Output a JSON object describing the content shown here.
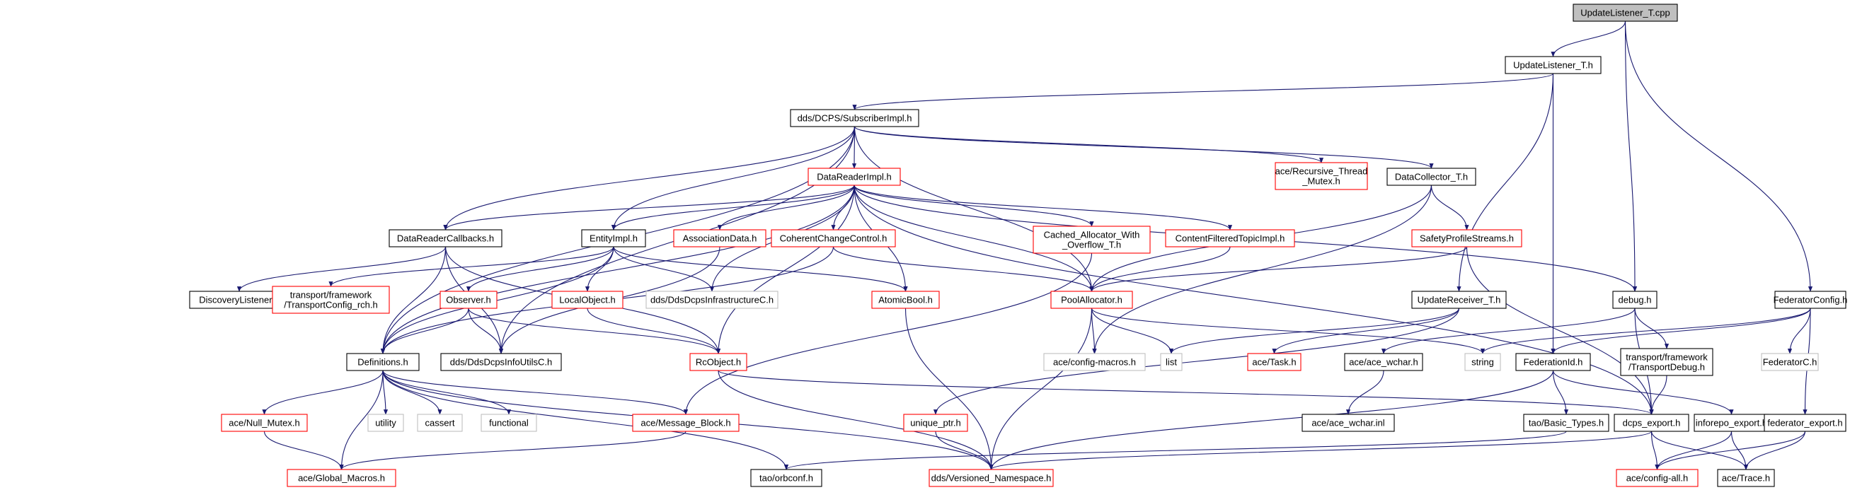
{
  "colors": {
    "edge": "#191970",
    "root_fill": "#bfbfbf",
    "border_black": "#000000",
    "border_red": "#ff0000",
    "border_gray": "#bfbfbf",
    "text": "#000000"
  },
  "nodes": [
    {
      "id": "n_root",
      "lines": [
        "UpdateListener_T.cpp"
      ],
      "style": "root"
    },
    {
      "id": "n_ulth",
      "lines": [
        "UpdateListener_T.h"
      ],
      "style": "black"
    },
    {
      "id": "n_sub",
      "lines": [
        "dds/DCPS/SubscriberImpl.h"
      ],
      "style": "black"
    },
    {
      "id": "n_dri",
      "lines": [
        "DataReaderImpl.h"
      ],
      "style": "red"
    },
    {
      "id": "n_rtm",
      "lines": [
        "ace/Recursive_Thread",
        "_Mutex.h"
      ],
      "style": "red"
    },
    {
      "id": "n_dc",
      "lines": [
        "DataCollector_T.h"
      ],
      "style": "black"
    },
    {
      "id": "n_drc",
      "lines": [
        "DataReaderCallbacks.h"
      ],
      "style": "black"
    },
    {
      "id": "n_ent",
      "lines": [
        "EntityImpl.h"
      ],
      "style": "black"
    },
    {
      "id": "n_ad",
      "lines": [
        "AssociationData.h"
      ],
      "style": "red"
    },
    {
      "id": "n_ccc",
      "lines": [
        "CoherentChangeControl.h"
      ],
      "style": "red"
    },
    {
      "id": "n_caw",
      "lines": [
        "Cached_Allocator_With",
        "_Overflow_T.h"
      ],
      "style": "red"
    },
    {
      "id": "n_cft",
      "lines": [
        "ContentFilteredTopicImpl.h"
      ],
      "style": "red"
    },
    {
      "id": "n_sps",
      "lines": [
        "SafetyProfileStreams.h"
      ],
      "style": "red"
    },
    {
      "id": "n_disc",
      "lines": [
        "DiscoveryListener.h"
      ],
      "style": "black"
    },
    {
      "id": "n_tcr",
      "lines": [
        "transport/framework",
        "/TransportConfig_rch.h"
      ],
      "style": "red"
    },
    {
      "id": "n_obs",
      "lines": [
        "Observer.h"
      ],
      "style": "red"
    },
    {
      "id": "n_lo",
      "lines": [
        "LocalObject.h"
      ],
      "style": "red"
    },
    {
      "id": "n_ddsic",
      "lines": [
        "dds/DdsDcpsInfrastructureC.h"
      ],
      "style": "gray"
    },
    {
      "id": "n_ab",
      "lines": [
        "AtomicBool.h"
      ],
      "style": "red"
    },
    {
      "id": "n_pa",
      "lines": [
        "PoolAllocator.h"
      ],
      "style": "red"
    },
    {
      "id": "n_urt",
      "lines": [
        "UpdateReceiver_T.h"
      ],
      "style": "black"
    },
    {
      "id": "n_debug",
      "lines": [
        "debug.h"
      ],
      "style": "black"
    },
    {
      "id": "n_fc",
      "lines": [
        "FederatorConfig.h"
      ],
      "style": "black"
    },
    {
      "id": "n_def",
      "lines": [
        "Definitions.h"
      ],
      "style": "black"
    },
    {
      "id": "n_diu",
      "lines": [
        "dds/DdsDcpsInfoUtilsC.h"
      ],
      "style": "black"
    },
    {
      "id": "n_rco",
      "lines": [
        "RcObject.h"
      ],
      "style": "red"
    },
    {
      "id": "n_acm",
      "lines": [
        "ace/config-macros.h"
      ],
      "style": "gray"
    },
    {
      "id": "n_list",
      "lines": [
        "list"
      ],
      "style": "gray"
    },
    {
      "id": "n_task",
      "lines": [
        "ace/Task.h"
      ],
      "style": "red"
    },
    {
      "id": "n_wchar",
      "lines": [
        "ace/ace_wchar.h"
      ],
      "style": "black"
    },
    {
      "id": "n_string",
      "lines": [
        "string"
      ],
      "style": "gray"
    },
    {
      "id": "n_fid",
      "lines": [
        "FederationId.h"
      ],
      "style": "black"
    },
    {
      "id": "n_tdbg",
      "lines": [
        "transport/framework",
        "/TransportDebug.h"
      ],
      "style": "black"
    },
    {
      "id": "n_fcc",
      "lines": [
        "FederatorC.h"
      ],
      "style": "gray"
    },
    {
      "id": "n_nm",
      "lines": [
        "ace/Null_Mutex.h"
      ],
      "style": "red"
    },
    {
      "id": "n_util",
      "lines": [
        "utility"
      ],
      "style": "gray"
    },
    {
      "id": "n_cassert",
      "lines": [
        "cassert"
      ],
      "style": "gray"
    },
    {
      "id": "n_func",
      "lines": [
        "functional"
      ],
      "style": "gray"
    },
    {
      "id": "n_mb",
      "lines": [
        "ace/Message_Block.h"
      ],
      "style": "red"
    },
    {
      "id": "n_uptr",
      "lines": [
        "unique_ptr.h"
      ],
      "style": "red"
    },
    {
      "id": "n_winl",
      "lines": [
        "ace/ace_wchar.inl"
      ],
      "style": "black"
    },
    {
      "id": "n_tbt",
      "lines": [
        "tao/Basic_Types.h"
      ],
      "style": "black"
    },
    {
      "id": "n_dcps",
      "lines": [
        "dcps_export.h"
      ],
      "style": "black"
    },
    {
      "id": "n_inf",
      "lines": [
        "inforepo_export.h"
      ],
      "style": "black"
    },
    {
      "id": "n_fedx",
      "lines": [
        "federator_export.h"
      ],
      "style": "black"
    },
    {
      "id": "n_gm",
      "lines": [
        "ace/Global_Macros.h"
      ],
      "style": "red"
    },
    {
      "id": "n_orb",
      "lines": [
        "tao/orbconf.h"
      ],
      "style": "black"
    },
    {
      "id": "n_vn",
      "lines": [
        "dds/Versioned_Namespace.h"
      ],
      "style": "red"
    },
    {
      "id": "n_cfgall",
      "lines": [
        "ace/config-all.h"
      ],
      "style": "red"
    },
    {
      "id": "n_trace",
      "lines": [
        "ace/Trace.h"
      ],
      "style": "black"
    }
  ],
  "edges": [
    [
      "n_root",
      "n_ulth"
    ],
    [
      "n_root",
      "n_debug"
    ],
    [
      "n_root",
      "n_fc"
    ],
    [
      "n_ulth",
      "n_sub"
    ],
    [
      "n_ulth",
      "n_urt"
    ],
    [
      "n_ulth",
      "n_fid"
    ],
    [
      "n_sub",
      "n_dri"
    ],
    [
      "n_sub",
      "n_rtm"
    ],
    [
      "n_sub",
      "n_dc"
    ],
    [
      "n_sub",
      "n_drc"
    ],
    [
      "n_sub",
      "n_ent"
    ],
    [
      "n_sub",
      "n_pa"
    ],
    [
      "n_sub",
      "n_def"
    ],
    [
      "n_sub",
      "n_diu"
    ],
    [
      "n_dri",
      "n_drc"
    ],
    [
      "n_dri",
      "n_ent"
    ],
    [
      "n_dri",
      "n_ad"
    ],
    [
      "n_dri",
      "n_ccc"
    ],
    [
      "n_dri",
      "n_caw"
    ],
    [
      "n_dri",
      "n_cft"
    ],
    [
      "n_dri",
      "n_ab"
    ],
    [
      "n_dri",
      "n_pa"
    ],
    [
      "n_dri",
      "n_ddsic"
    ],
    [
      "n_dri",
      "n_rco"
    ],
    [
      "n_dri",
      "n_def"
    ],
    [
      "n_dri",
      "n_dcps"
    ],
    [
      "n_dri",
      "n_debug"
    ],
    [
      "n_dc",
      "n_sps"
    ],
    [
      "n_dc",
      "n_pa"
    ],
    [
      "n_dc",
      "n_acm"
    ],
    [
      "n_drc",
      "n_disc"
    ],
    [
      "n_drc",
      "n_rco"
    ],
    [
      "n_drc",
      "n_def"
    ],
    [
      "n_drc",
      "n_diu"
    ],
    [
      "n_ent",
      "n_tcr"
    ],
    [
      "n_ent",
      "n_obs"
    ],
    [
      "n_ent",
      "n_lo"
    ],
    [
      "n_ent",
      "n_ddsic"
    ],
    [
      "n_ent",
      "n_ab"
    ],
    [
      "n_ent",
      "n_def"
    ],
    [
      "n_ad",
      "n_diu"
    ],
    [
      "n_ccc",
      "n_pa"
    ],
    [
      "n_ccc",
      "n_def"
    ],
    [
      "n_caw",
      "n_mb"
    ],
    [
      "n_cft",
      "n_pa"
    ],
    [
      "n_sps",
      "n_pa"
    ],
    [
      "n_sps",
      "n_dcps"
    ],
    [
      "n_obs",
      "n_def"
    ],
    [
      "n_obs",
      "n_rco"
    ],
    [
      "n_obs",
      "n_diu"
    ],
    [
      "n_lo",
      "n_rco"
    ],
    [
      "n_ab",
      "n_vn"
    ],
    [
      "n_pa",
      "n_acm"
    ],
    [
      "n_pa",
      "n_list"
    ],
    [
      "n_pa",
      "n_string"
    ],
    [
      "n_pa",
      "n_vn"
    ],
    [
      "n_urt",
      "n_list"
    ],
    [
      "n_urt",
      "n_task"
    ],
    [
      "n_urt",
      "n_uptr"
    ],
    [
      "n_debug",
      "n_wchar"
    ],
    [
      "n_debug",
      "n_tdbg"
    ],
    [
      "n_debug",
      "n_dcps"
    ],
    [
      "n_fc",
      "n_string"
    ],
    [
      "n_fc",
      "n_fid"
    ],
    [
      "n_fc",
      "n_fcc"
    ],
    [
      "n_fc",
      "n_fedx"
    ],
    [
      "n_def",
      "n_nm"
    ],
    [
      "n_def",
      "n_util"
    ],
    [
      "n_def",
      "n_cassert"
    ],
    [
      "n_def",
      "n_func"
    ],
    [
      "n_def",
      "n_mb"
    ],
    [
      "n_def",
      "n_gm"
    ],
    [
      "n_def",
      "n_orb"
    ],
    [
      "n_def",
      "n_vn"
    ],
    [
      "n_rco",
      "n_dcps"
    ],
    [
      "n_rco",
      "n_vn"
    ],
    [
      "n_wchar",
      "n_winl"
    ],
    [
      "n_fid",
      "n_tbt"
    ],
    [
      "n_fid",
      "n_inf"
    ],
    [
      "n_fid",
      "n_vn"
    ],
    [
      "n_tdbg",
      "n_dcps"
    ],
    [
      "n_nm",
      "n_gm"
    ],
    [
      "n_mb",
      "n_gm"
    ],
    [
      "n_uptr",
      "n_vn"
    ],
    [
      "n_tbt",
      "n_orb"
    ],
    [
      "n_dcps",
      "n_vn"
    ],
    [
      "n_dcps",
      "n_cfgall"
    ],
    [
      "n_dcps",
      "n_trace"
    ],
    [
      "n_inf",
      "n_cfgall"
    ],
    [
      "n_inf",
      "n_trace"
    ],
    [
      "n_fedx",
      "n_cfgall"
    ],
    [
      "n_fedx",
      "n_trace"
    ]
  ]
}
